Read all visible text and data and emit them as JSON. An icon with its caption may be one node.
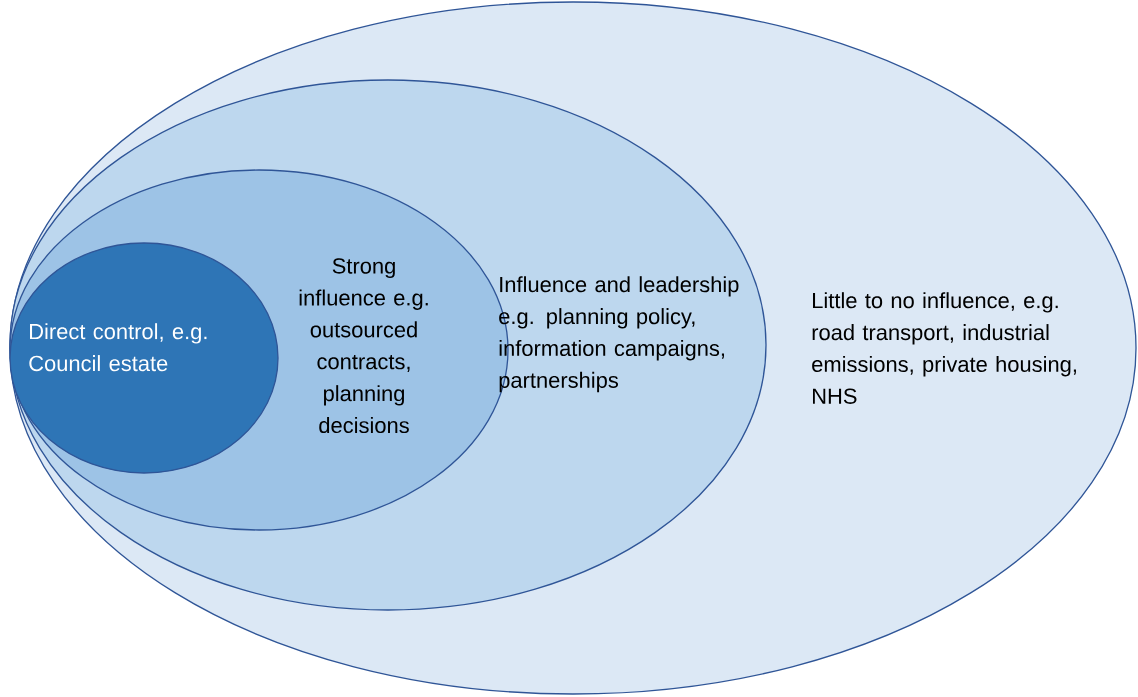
{
  "diagram": {
    "nodes": [
      {
        "text": [
          "Little to no influence, e.g. road transport, industrial emissions, private housing, NHS"
        ]
      },
      {
        "text": [
          "Influence and leadership e.g. planning policy, information campaigns, partnerships"
        ],
        "in": 0
      },
      {
        "text": [
          "Strong influence e.g. outsourced contracts, planning decisions"
        ],
        "in": 1
      },
      {
        "text": [
          "Direct control, e.g. Council estate"
        ],
        "in": 2
      }
    ]
  }
}
